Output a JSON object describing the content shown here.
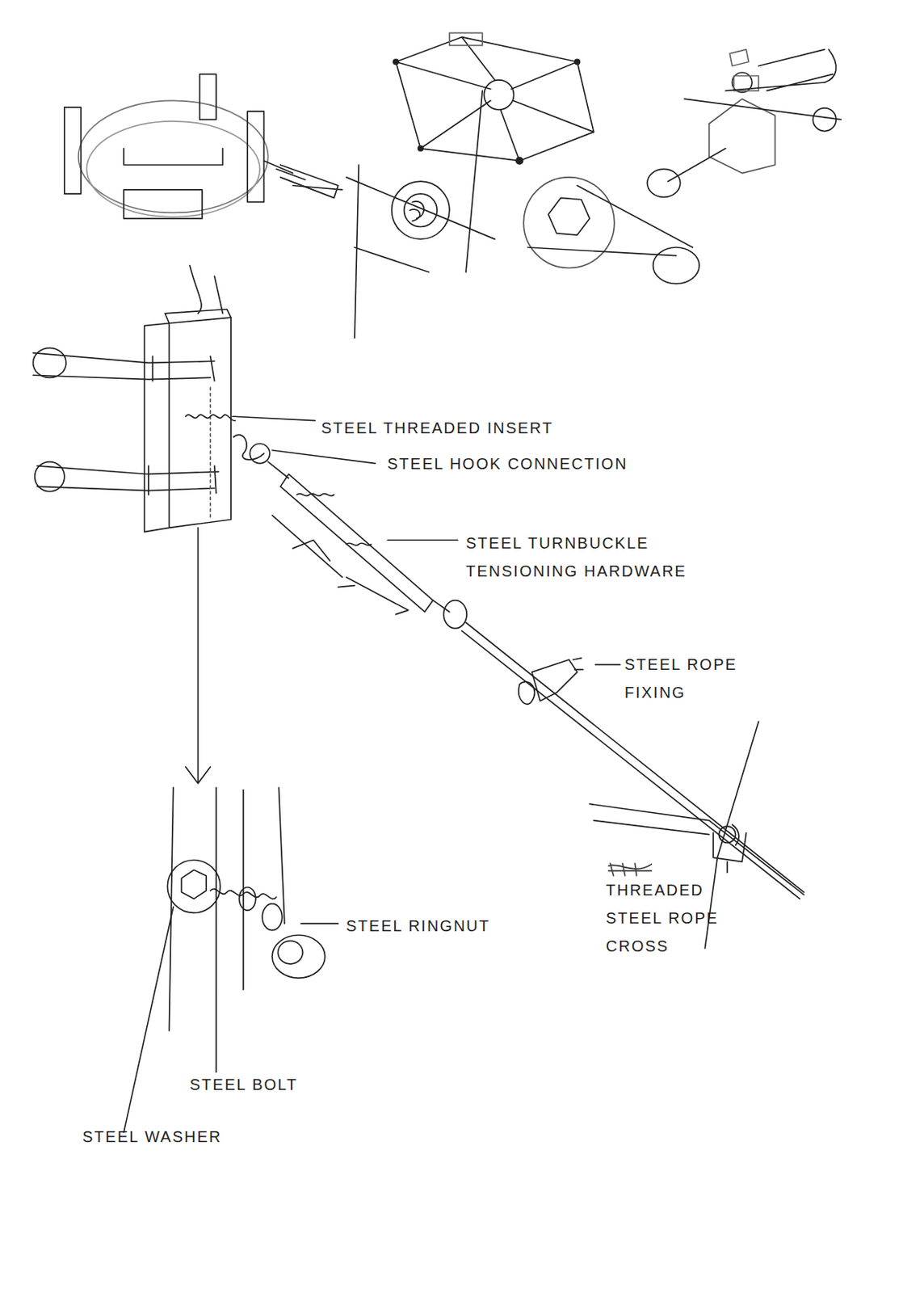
{
  "diagram": {
    "labels": [
      "STEEL THREADED INSERT",
      "STEEL HOOK CONNECTION",
      "STEEL TURNBUCKLE TENSIONING HARDWARE",
      "STEEL ROPE FIXING",
      "THREADED STEEL ROPE CROSS",
      "STEEL RINGNUT",
      "STEEL BOLT",
      "STEEL WASHER"
    ]
  }
}
